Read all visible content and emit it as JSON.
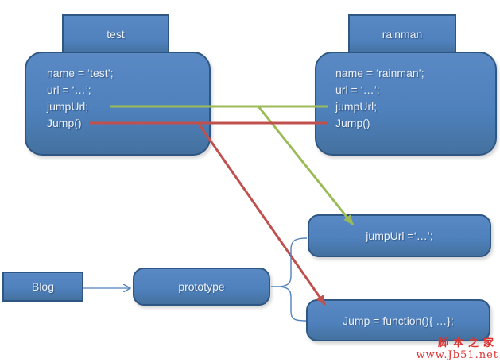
{
  "colors": {
    "box-fill": "#4F81BD",
    "box-fill-light": "#5A89C4",
    "box-fill-dark": "#44719F",
    "box-border": "#2E5784",
    "text-on-box": "#EAF1FB",
    "green-line": "#9BBB59",
    "red-line": "#C0504D",
    "connector-blue": "#4F81BD",
    "watermark-red": "#D93533"
  },
  "test_object": {
    "tab_label": "test",
    "members": [
      "name = ‘test’;",
      "url = ‘…’;",
      "jumpUrl;",
      "Jump()"
    ]
  },
  "rainman_object": {
    "tab_label": "rainman",
    "members": [
      "name = ‘rainman’;",
      "url = ‘…’;",
      "jumpUrl;",
      "Jump()"
    ]
  },
  "prototype_members": {
    "jumpurl_label": "jumpUrl =‘…’;",
    "jump_label": "Jump = function(){ …};"
  },
  "blog_label": "Blog",
  "prototype_label": "prototype",
  "watermark": {
    "site_name": "脚本之家",
    "site_url": "www.Jb51.net"
  }
}
